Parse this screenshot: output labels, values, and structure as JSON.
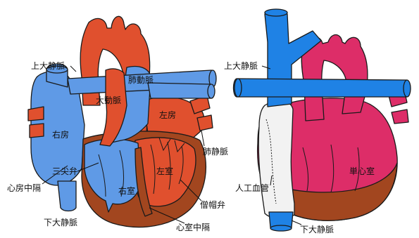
{
  "colors": {
    "oxygenated": "#e0502e",
    "deoxygenated": "#5f9ae6",
    "myocardium": "#a2461f",
    "single_ventricle": "#dd2d68",
    "systemic_vein_blue": "#1f82e5",
    "artificial_conduit": "#f2f2f2"
  },
  "normal_heart": {
    "labels": {
      "svc": "上大静脈",
      "aorta": "大動脈",
      "pulmonary_artery": "肺動脈",
      "left_atrium": "左房",
      "right_atrium": "右房",
      "pulmonary_vein": "肺静脈",
      "tricuspid_valve": "三尖弁",
      "left_ventricle": "左室",
      "atrial_septum": "心房中隔",
      "right_ventricle": "右室",
      "mitral_valve": "僧帽弁",
      "ivc": "下大静脈",
      "ventricular_septum": "心室中隔"
    }
  },
  "fontan_heart": {
    "labels": {
      "svc": "上大静脈",
      "single_ventricle": "単心室",
      "conduit": "人工血管",
      "ivc": "下大静脈"
    }
  }
}
